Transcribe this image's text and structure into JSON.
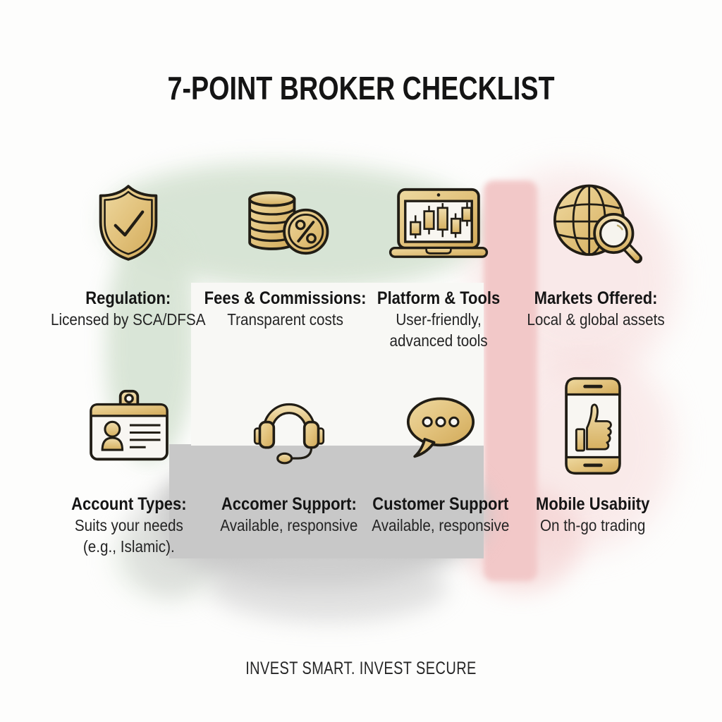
{
  "title": "7-POINT BROKER CHECKLIST",
  "tagline": "INVEST SMART. INVEST SECURE",
  "colors": {
    "gold": "#e0c07a",
    "gold_light": "#efdca6",
    "gold_dark": "#d1a958",
    "ink": "#211d15",
    "green_wash": "#d6e3d3",
    "red_wash": "#f2c8c8",
    "gray_wash": "#c8c8c8",
    "panel_white": "#f8f8f5"
  },
  "items": [
    {
      "icon": "shield-check-icon",
      "heading": "Regulation:",
      "line1": "Licensed by SCA/DFSA"
    },
    {
      "icon": "coins-percent-icon",
      "heading": "Fees & Commissions:",
      "line1": "Transparent costs"
    },
    {
      "icon": "laptop-chart-icon",
      "heading": "Platform & Tools",
      "line1": "User-friendly,",
      "line2": "advanced tools"
    },
    {
      "icon": "globe-magnifier-icon",
      "heading": "Markets Offered:",
      "line1": "Local & global assets"
    },
    {
      "icon": "id-card-icon",
      "heading": "Account Types:",
      "line1": "Suits your needs",
      "line2": "(e.g., Islamic)."
    },
    {
      "icon": "headset-icon",
      "heading": "Accomer Sųpport:",
      "line1": "Available, responsive"
    },
    {
      "icon": "speech-bubble-icon",
      "heading": "Customer Support",
      "line1": "Available, responsive"
    },
    {
      "icon": "phone-thumbs-up-icon",
      "heading": "Mobile Usabiity",
      "line1": "On th-go trading"
    }
  ]
}
